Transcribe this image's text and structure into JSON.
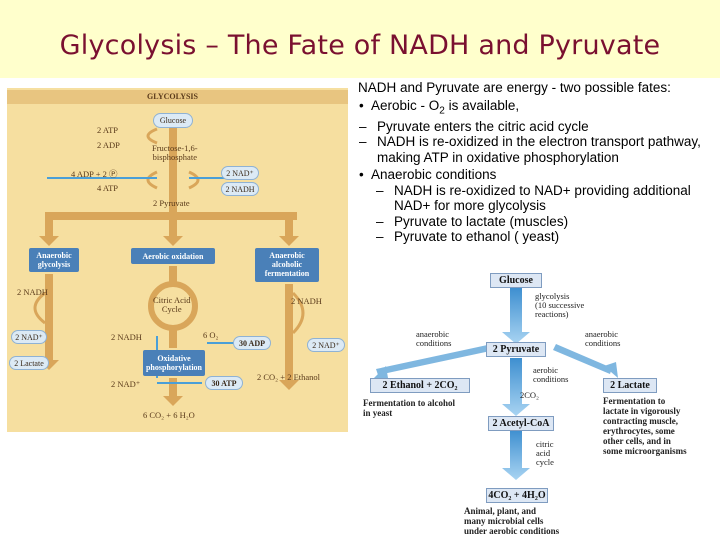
{
  "slide": {
    "title": "Glycolysis – The Fate of NADH and Pyruvate"
  },
  "left_figure": {
    "header": "GLYCOLYSIS",
    "glucose": "Glucose",
    "atp2": "2 ATP",
    "adp2": "2 ADP",
    "fbp": "Fructose-1,6-\nbisphosphate",
    "adp4_pi": "4 ADP + 2 Ⓟ",
    "atp4": "4 ATP",
    "nad_plus_2": "2 NAD⁺",
    "nadh_2": "2 NADH",
    "pyruvate2": "2 Pyruvate",
    "box_anaerobic": "Anaerobic\nglycolysis",
    "box_aerobic": "Aerobic oxidation",
    "box_fermentation": "Anaerobic\nalcoholic\nfermentation",
    "left_nadh": "2 NADH",
    "left_nad": "2 NAD⁺",
    "left_lactate": "2 Lactate",
    "citric_cycle": "Citric Acid\nCycle",
    "mid_nadh": "2 NADH",
    "mid_o2": "6 O₂",
    "adp30": "30 ADP",
    "ox_phos": "Oxidative\nphosphorylation",
    "mid_nad": "2 NAD⁺",
    "atp30": "30 ATP",
    "co2_h2o": "6 CO₂ + 6 H₂O",
    "right_nadh": "2 NADH",
    "right_nad": "2 NAD⁺",
    "co2_ethanol": "2 CO₂ + 2 Ethanol"
  },
  "bullets": {
    "heading": "NADH and Pyruvate are energy - two possible fates:",
    "aerobic_prefix": "Aerobic -  O",
    "aerobic_sub": "2",
    "aerobic_suffix": " is available,",
    "aerobic_1": "Pyruvate enters the citric acid cycle",
    "aerobic_2": "NADH is re-oxidized in the electron transport pathway, making ATP in oxidative phosphorylation",
    "anaerobic": "Anaerobic conditions",
    "anaerobic_1": "NADH is re-oxidized to NAD+ providing additional NAD+ for more glycolysis",
    "anaerobic_2": "Pyruvate to  lactate (muscles)",
    "anaerobic_3": "Pyruvate to ethanol ( yeast)"
  },
  "right_figure": {
    "glucose": "Glucose",
    "glycolysis_label": "glycolysis\n(10 successive\nreactions)",
    "anaerobic_left": "anaerobic\nconditions",
    "anaerobic_right": "anaerobic\nconditions",
    "pyruvate": "2 Pyruvate",
    "ethanol": "2 Ethanol + 2CO₂",
    "lactate": "2 Lactate",
    "aerobic_label": "aerobic\nconditions",
    "co2_label": "2CO₂",
    "ferm_alcohol": "Fermentation to alcohol\nin yeast",
    "ferm_lactate": "Fermentation to\nlactate in vigorously\ncontracting muscle,\nerythrocytes, some\nother cells, and in\nsome microorganisms",
    "acetyl": "2 Acetyl-CoA",
    "citric_label": "citric\nacid\ncycle",
    "co2_h2o": "4CO₂ + 4H₂O",
    "animal": "Animal, plant, and\nmany microbial cells\nunder aerobic conditions"
  },
  "colors": {
    "title_bg": "#ffffcc",
    "title_text": "#7a1030",
    "left_bg": "#f6dfa0",
    "box_blue": "#4a80b8",
    "arrow_blue": "#4a9fd8",
    "arrow_tan": "#d9a65a"
  }
}
